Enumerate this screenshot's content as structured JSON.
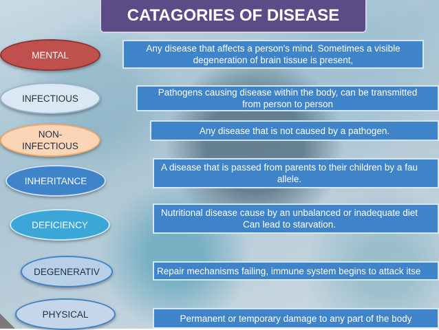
{
  "title": "CATAGORIES OF DISEASE",
  "categories": [
    {
      "label": "MENTAL",
      "description": "Any disease that affects a person's mind. Sometimes a visible\ndegeneration of brain tissue is present,"
    },
    {
      "label": "INFECTIOUS",
      "description": "Pathogens causing disease within the body, can be transmitted\nfrom person to person"
    },
    {
      "label": "NON-\nINFECTIOUS",
      "description": "Any disease that is not caused by a pathogen."
    },
    {
      "label": "INHERITANCE",
      "description": "A disease that is passed from parents to their children by a fau\nallele."
    },
    {
      "label": "DEFICIENCY",
      "description": "Nutritional disease cause by an unbalanced or inadequate diet\nCan lead to starvation."
    },
    {
      "label": "DEGENERATIV",
      "description": "Repair mechanisms failing, immune system begins to attack itse"
    },
    {
      "label": "PHYSICAL",
      "description": "Permanent or temporary damage to any part of the body"
    }
  ],
  "colors": {
    "title_bg": "#5b4b87",
    "desc_bg": "#3f84c8",
    "mental": "#c0504d",
    "infectious": "#dbe8f4",
    "non_infectious": "#fbd5b5",
    "inheritance": "#3f84c8",
    "deficiency": "#3aa7d8",
    "degenerativ": "#b8cfe8",
    "physical": "#c5d5ea"
  }
}
